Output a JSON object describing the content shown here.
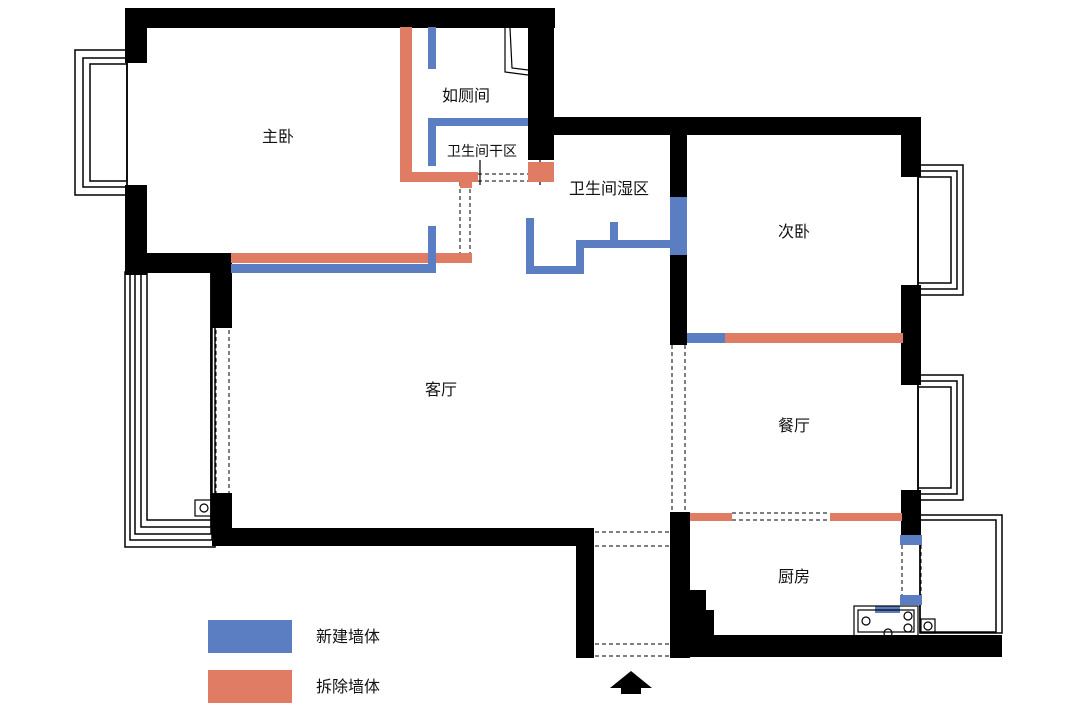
{
  "colors": {
    "wall": "#000000",
    "new_wall": "#5b7ec2",
    "removed_wall": "#e07c63",
    "background": "#ffffff"
  },
  "rooms": {
    "master_bedroom": "主卧",
    "ensuite": "如厕间",
    "bath_dry": "卫生间干区",
    "bath_wet": "卫生间湿区",
    "second_bedroom": "次卧",
    "living_room": "客厅",
    "dining_room": "餐厅",
    "kitchen": "厨房"
  },
  "legend": {
    "new_wall_label": "新建墙体",
    "removed_wall_label": "拆除墙体"
  },
  "entrance": {
    "icon": "up-arrow-icon"
  }
}
